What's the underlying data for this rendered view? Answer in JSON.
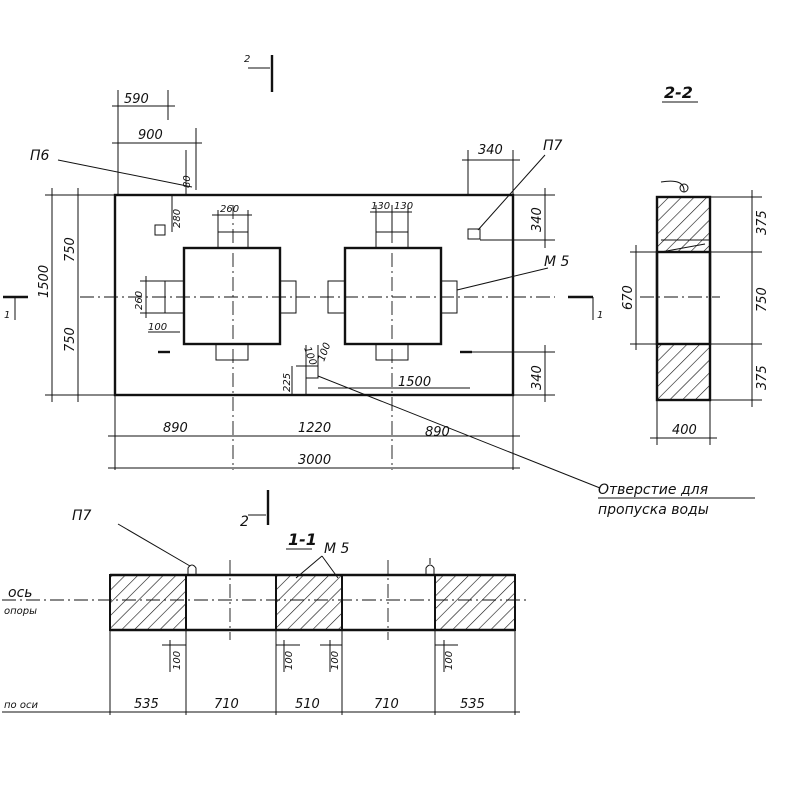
{
  "plan": {
    "title_marker_1": "1",
    "title_marker_2": "2",
    "labels": {
      "p6": "П6",
      "p7": "П7",
      "m5": "М 5",
      "hole_note_line1": "Отверстие для",
      "hole_note_line2": "пропуска воды"
    },
    "dims": {
      "d590": "590",
      "d900": "900",
      "d80": "80",
      "d280": "280",
      "d260_top": "260",
      "d130a": "130",
      "d130b": "130",
      "d340_top": "340",
      "d340_right": "340",
      "d340_bottom": "340",
      "d1500_left": "1500",
      "d750_top": "750",
      "d750_bottom": "750",
      "d260_left": "260",
      "d100_left": "100",
      "d100_hole": "100",
      "d100_hole_b": "100",
      "d225": "225",
      "d1500_inner": "1500",
      "d890_left": "890",
      "d1220": "1220",
      "d890_right": "890",
      "d3000": "3000"
    }
  },
  "section_2_2": {
    "title": "2-2",
    "dims": {
      "d375_top": "375",
      "d750": "750",
      "d375_bottom": "375",
      "d670": "670",
      "d400": "400"
    }
  },
  "section_1_1": {
    "title": "1-1",
    "labels": {
      "p7": "П7",
      "m5": "М 5",
      "axis_line1": "ось",
      "axis_line2": "опоры",
      "by_axis": "по оси"
    },
    "dims": [
      "535",
      "710",
      "510",
      "710",
      "535"
    ],
    "small_dims": [
      "100",
      "100",
      "100",
      "100"
    ]
  }
}
